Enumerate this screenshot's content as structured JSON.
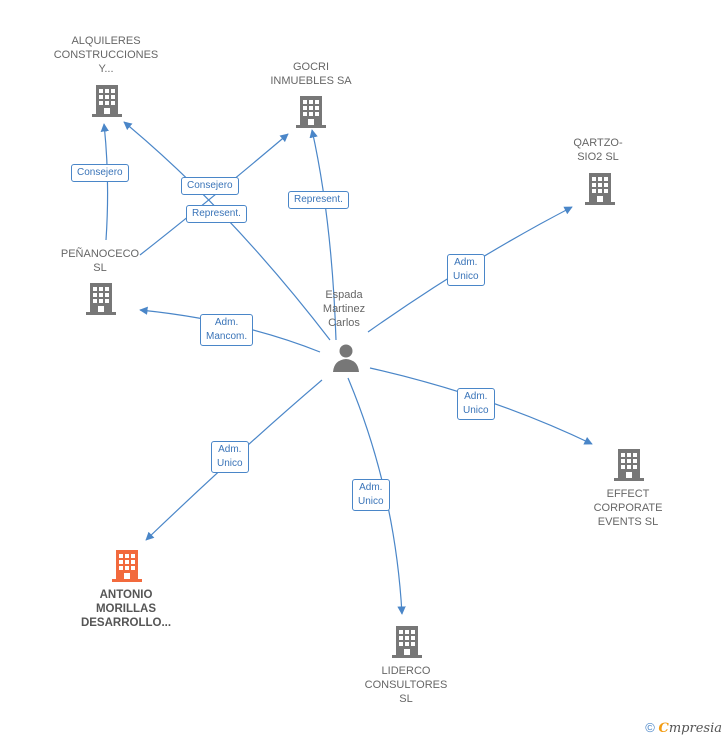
{
  "center": {
    "name": "Espada\nMartinez\nCarlos",
    "icon": "person-icon"
  },
  "nodes": [
    {
      "id": "alquileres",
      "label": "ALQUILERES\nCONSTRUCCIONES\nY...",
      "icon": "building-icon",
      "color": "#777777"
    },
    {
      "id": "gocri",
      "label": "GOCRI\nINMUEBLES SA",
      "icon": "building-icon",
      "color": "#777777"
    },
    {
      "id": "qartzo",
      "label": "QARTZO-\nSIO2  SL",
      "icon": "building-icon",
      "color": "#777777"
    },
    {
      "id": "penanoceco",
      "label": "PEÑANOCECO\nSL",
      "icon": "building-icon",
      "color": "#777777"
    },
    {
      "id": "effect",
      "label": "EFFECT\nCORPORATE\nEVENTS SL",
      "icon": "building-icon",
      "color": "#777777"
    },
    {
      "id": "antonio",
      "label": "ANTONIO\nMORILLAS\nDESARROLLO...",
      "icon": "building-icon",
      "color": "#f26a3d"
    },
    {
      "id": "liderco",
      "label": "LIDERCO\nCONSULTORES\nSL",
      "icon": "building-icon",
      "color": "#777777"
    }
  ],
  "edges": [
    {
      "id": "e-penan-alq",
      "label": "Consejero"
    },
    {
      "id": "e-penan-gocri",
      "label": "Consejero"
    },
    {
      "id": "e-center-alq",
      "label": "Represent."
    },
    {
      "id": "e-center-gocri",
      "label": "Represent."
    },
    {
      "id": "e-center-qartzo",
      "label": "Adm.\nUnico"
    },
    {
      "id": "e-center-penan",
      "label": "Adm.\nMancom."
    },
    {
      "id": "e-center-effect",
      "label": "Adm.\nUnico"
    },
    {
      "id": "e-center-antonio",
      "label": "Adm.\nUnico"
    },
    {
      "id": "e-center-liderco",
      "label": "Adm.\nUnico"
    }
  ],
  "footer": {
    "copyright": "©",
    "brand_first": "C",
    "brand_rest": "mpresia"
  },
  "colors": {
    "edge": "#4a86c8",
    "node": "#777777",
    "highlight": "#f26a3d"
  }
}
